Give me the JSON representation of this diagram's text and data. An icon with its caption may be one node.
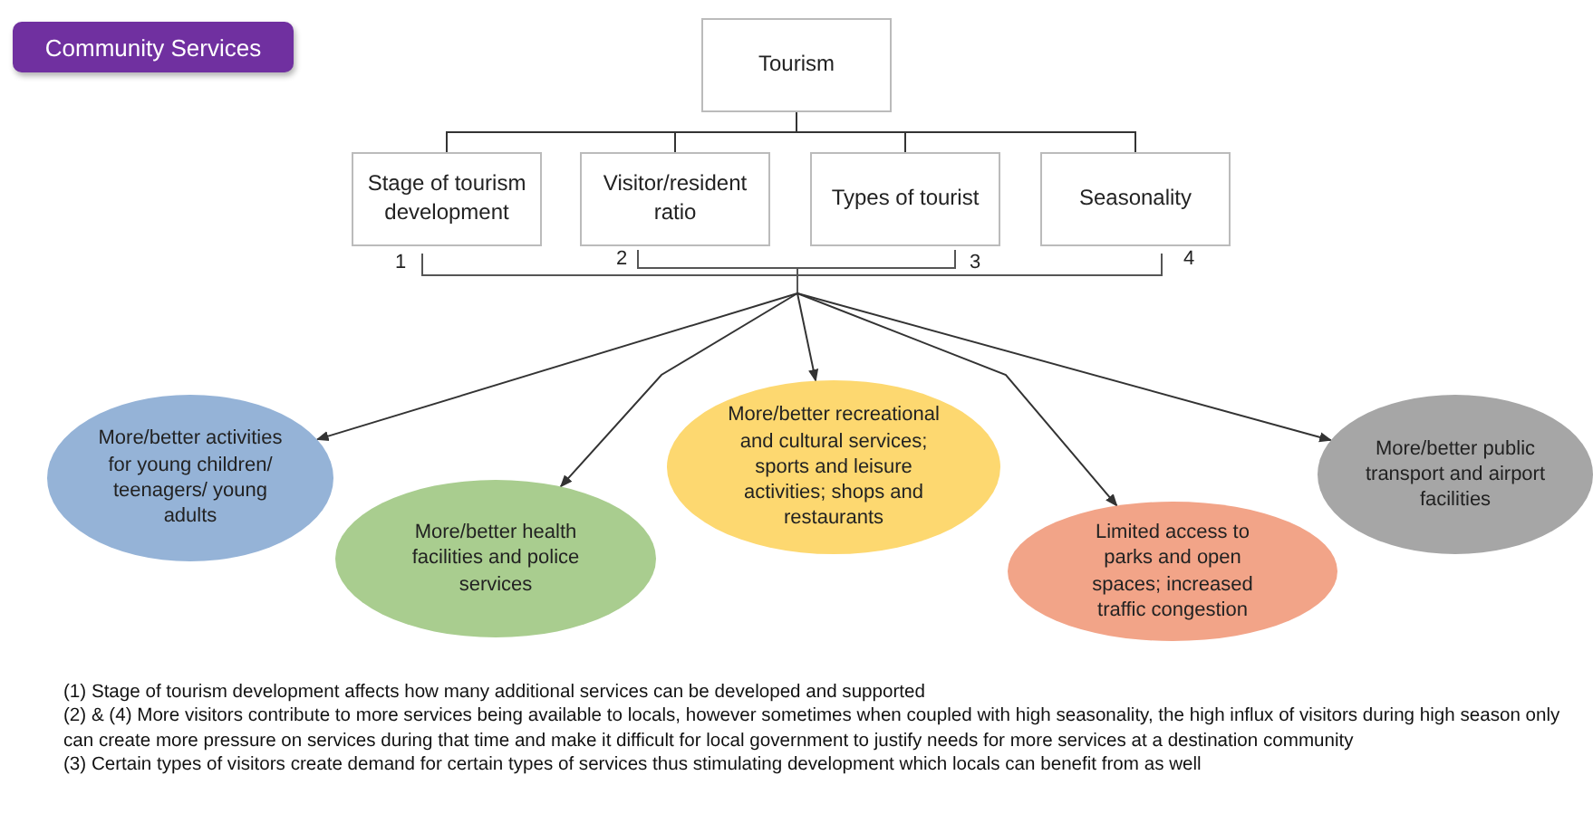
{
  "diagram": {
    "title": "Community Services",
    "nodes": [
      {
        "text": [
          "Tourism"
        ]
      },
      {
        "text": [
          "Stage of tourism development"
        ],
        "beside": [
          "1"
        ]
      },
      {
        "text": [
          "Visitor/resident ratio"
        ],
        "beside": [
          "2"
        ]
      },
      {
        "text": [
          "Types of tourist"
        ],
        "beside": [
          "3"
        ]
      },
      {
        "text": [
          "Seasonality"
        ],
        "beside": [
          "4"
        ]
      },
      {
        "text": [],
        "shape": "bracket"
      },
      {
        "text": [
          "More/better activities for young children/ teenagers/ young adults"
        ]
      },
      {
        "text": [
          "More/better health facilities and police services"
        ]
      },
      {
        "text": [
          "More/better recreational and cultural services; sports and leisure activities; shops and restaurants"
        ]
      },
      {
        "text": [
          "Limited access to parks and open spaces; increased traffic congestion"
        ]
      },
      {
        "text": [
          "More/better public transport and airport facilities"
        ]
      }
    ],
    "edges": [
      {
        "from": 0,
        "to": 1,
        "arrow": "none"
      },
      {
        "from": 0,
        "to": 2,
        "arrow": "none"
      },
      {
        "from": 0,
        "to": 3,
        "arrow": "none"
      },
      {
        "from": 0,
        "to": 4,
        "arrow": "none"
      },
      {
        "from": 5,
        "to": 6,
        "arrow": "to"
      },
      {
        "from": 5,
        "to": 7,
        "arrow": "to"
      },
      {
        "from": 5,
        "to": 8,
        "arrow": "to"
      },
      {
        "from": 5,
        "to": 9,
        "arrow": "to"
      },
      {
        "from": 5,
        "to": 10,
        "arrow": "to"
      }
    ],
    "labels": [
      "(1) Stage of tourism development affects how many additional services can be developed and supported",
      "(2) & (4) More visitors contribute to more services being available to locals, however sometimes when coupled with high seasonality, the high influx of visitors during high season only can create more pressure on services during that time and make it difficult for local government to justify needs for more services at a destination community",
      "(3) Certain types of visitors create demand for certain types of services thus stimulating development which locals can benefit from as well"
    ]
  }
}
